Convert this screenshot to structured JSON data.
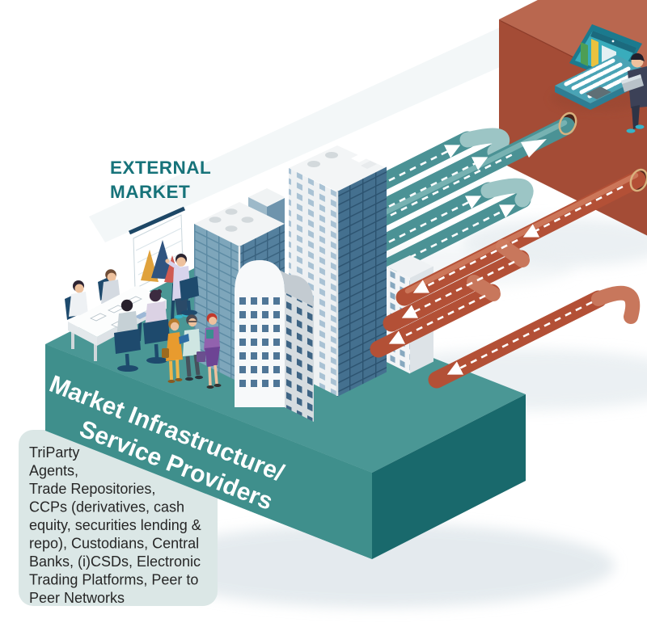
{
  "labels": {
    "external_market_line1": "EXTERNAL",
    "external_market_line2": "MARKET"
  },
  "platform_banner": {
    "line1": "Market Infrastructure/",
    "line2": "Service Providers"
  },
  "info_box": {
    "lines": [
      "TriParty",
      "Agents,",
      "Trade Repositories,",
      "CCPs (derivatives, cash",
      "equity, securities lending &",
      "repo), Custodians, Central",
      "Banks, (i)CSDs, Electronic",
      "Trading Platforms, Peer to",
      "Peer Networks"
    ]
  },
  "colors": {
    "accent_teal_text": "#17737a",
    "platform_top": "#4a9795",
    "platform_front": "#3f8f8c",
    "platform_side": "#19696c",
    "pipe_teal": "#4b9295",
    "pipe_red": "#b35036",
    "red_platform_top": "#b9674f",
    "red_platform_front": "#a44c36",
    "info_box_bg": "#dbe7e6",
    "info_box_text": "#262626",
    "banner_text": "#ffffff"
  },
  "scene": {
    "elements": [
      "laptop-with-bar-chart",
      "person-at-laptop",
      "teal-data-pipes-arrows-to-laptop",
      "red-data-pipes-arrows-to-market",
      "office-towers",
      "arched-building",
      "meeting-table-with-people",
      "flipchart-triangle-chart",
      "standing-business-people"
    ]
  }
}
